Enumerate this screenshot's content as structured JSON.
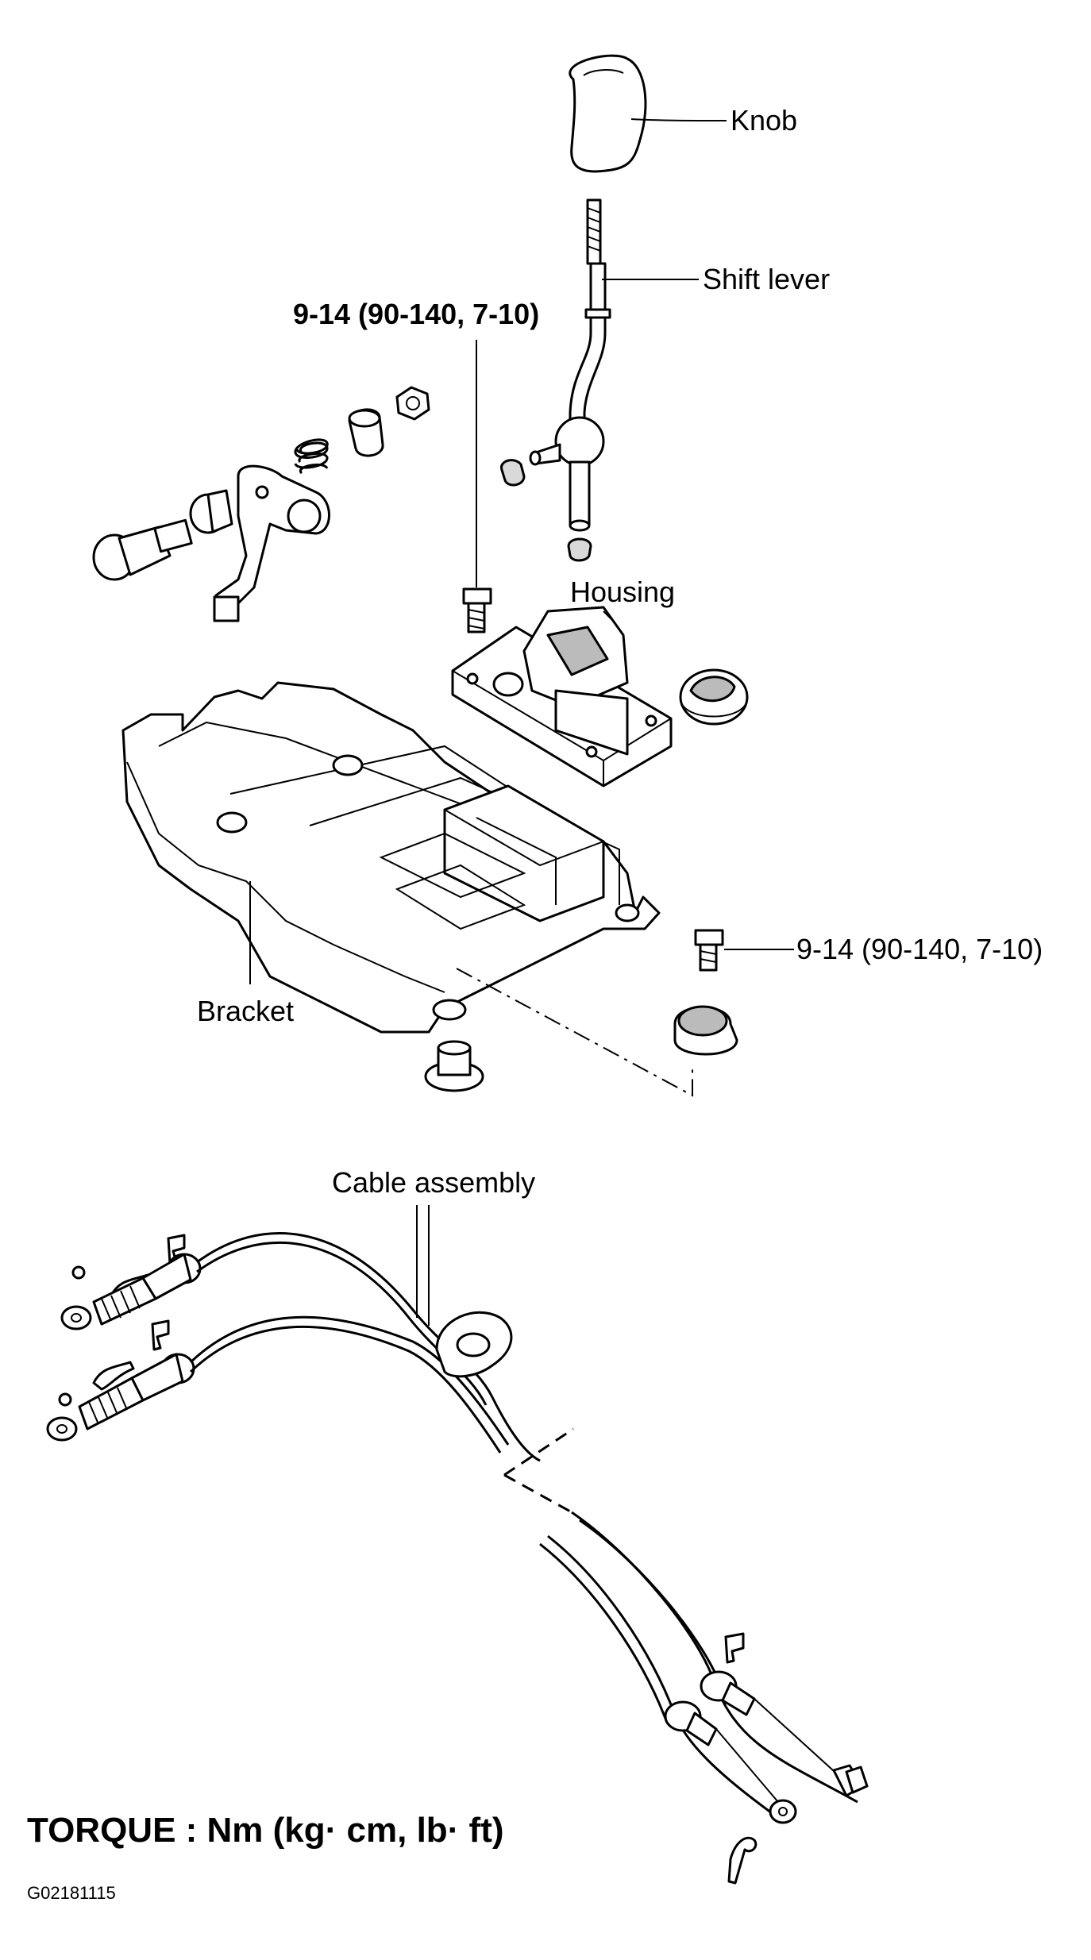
{
  "labels": {
    "knob": "Knob",
    "shift_lever": "Shift lever",
    "torque_upper": "9-14 (90-140, 7-10)",
    "housing": "Housing",
    "torque_right": "9-14 (90-140, 7-10)",
    "bracket": "Bracket",
    "cable_assembly": "Cable assembly"
  },
  "footer": {
    "title": "TORQUE : Nm (kg· cm, lb· ft)",
    "code": "G02181115"
  }
}
